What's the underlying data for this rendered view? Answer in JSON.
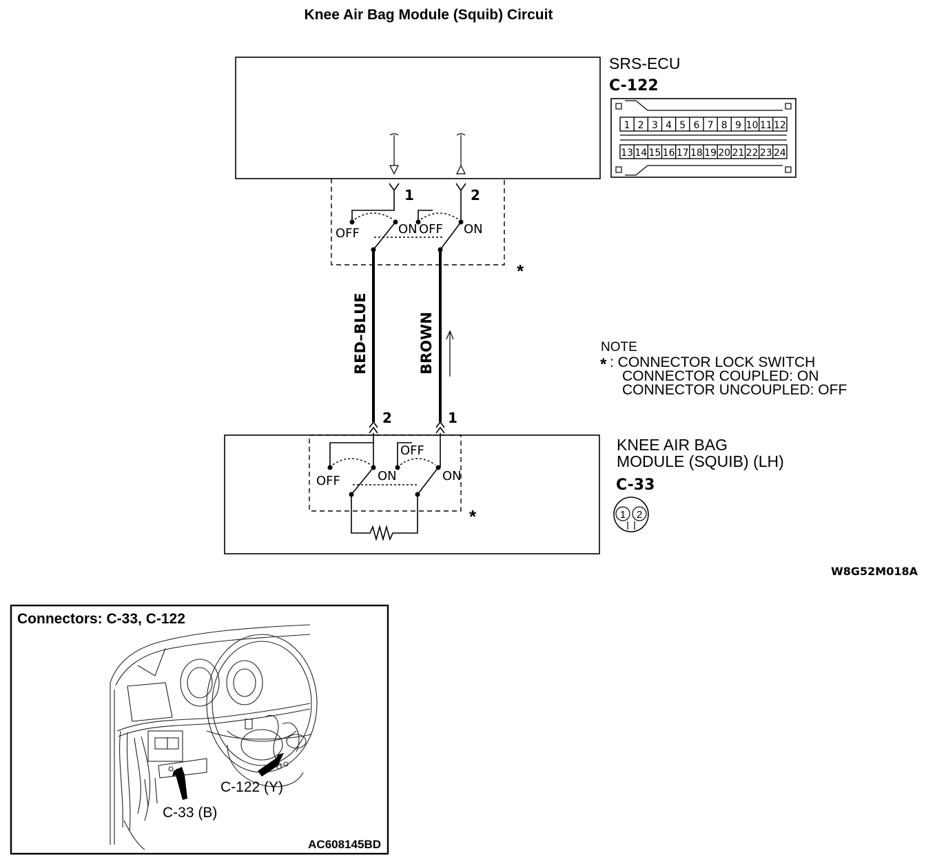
{
  "title": "Knee Air Bag Module (Squib) Circuit",
  "ecu": {
    "name": "SRS-ECU",
    "connector": "C-122",
    "pins_top": [
      "1",
      "2",
      "3",
      "4",
      "5",
      "6",
      "7",
      "8",
      "9",
      "10",
      "11",
      "12"
    ],
    "pins_bottom": [
      "13",
      "14",
      "15",
      "16",
      "17",
      "18",
      "19",
      "20",
      "21",
      "22",
      "23",
      "24"
    ],
    "pin_left": "1",
    "pin_right": "2",
    "switch_off_left": "OFF",
    "switch_on_left": "ON",
    "switch_off_right": "OFF",
    "switch_on_right": "ON",
    "lock_mark": "*"
  },
  "wires": {
    "left": "RED–BLUE",
    "right": "BROWN"
  },
  "note": {
    "heading": "NOTE",
    "mark": "*",
    "line1": ": CONNECTOR LOCK SWITCH",
    "line2": "CONNECTOR COUPLED: ON",
    "line3": "CONNECTOR UNCOUPLED: OFF"
  },
  "module": {
    "name_line1": "KNEE AIR BAG",
    "name_line2": "MODULE (SQUIB) (LH)",
    "connector": "C-33",
    "pins": [
      "1",
      "2"
    ],
    "pin_left": "2",
    "pin_right": "1",
    "switch_off_left": "OFF",
    "switch_on_left": "ON",
    "switch_off_right": "OFF",
    "switch_on_right": "ON",
    "lock_mark": "*"
  },
  "figure_code": "W8G52M018A",
  "inset": {
    "title": "Connectors: C-33, C-122",
    "label_c122": "C-122 (Y)",
    "label_c33": "C-33 (B)",
    "code": "AC608145BD"
  }
}
